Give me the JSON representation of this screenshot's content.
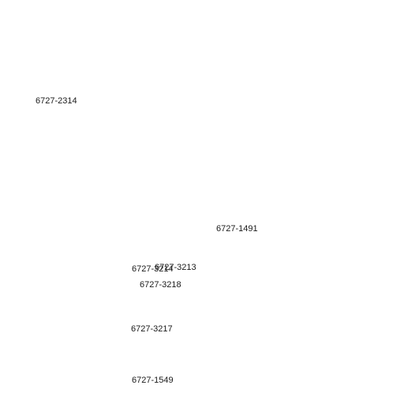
{
  "map": {
    "background": "#ffffff",
    "label_color": "#1a1a1a",
    "parcel_labels": [
      {
        "id": "6727-2314"
      },
      {
        "id": "6727-1491"
      },
      {
        "id": "6727-3213"
      },
      {
        "id": "6727-3214"
      },
      {
        "id": "6727-3218"
      },
      {
        "id": "6727-3217"
      },
      {
        "id": "6727-1549"
      }
    ]
  }
}
